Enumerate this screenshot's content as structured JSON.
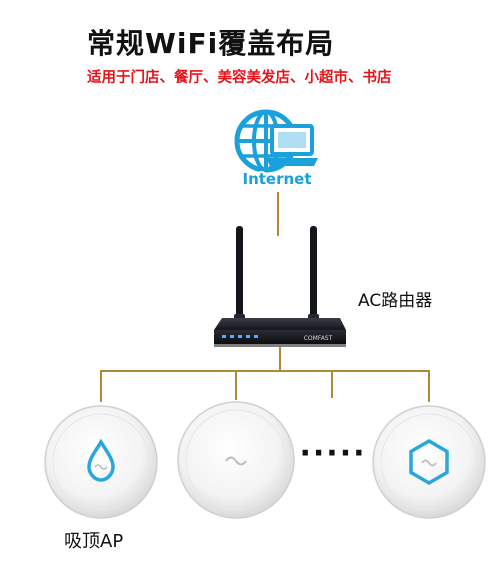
{
  "header": {
    "title": "常规WiFi覆盖布局",
    "subtitle": "适用于门店、餐厅、美容美发店、小超市、书店"
  },
  "internet": {
    "label": "Internet",
    "icon": "globe-with-laptop-icon"
  },
  "router": {
    "label": "AC路由器",
    "brand_mark": "COMFAST",
    "icon": "router-icon"
  },
  "access_points": {
    "label": "吸顶AP",
    "items": [
      {
        "icon": "ceiling-ap-drop-icon"
      },
      {
        "icon": "ceiling-ap-plain-icon"
      },
      {
        "icon": "ceiling-ap-hexagon-icon"
      }
    ],
    "ellipsis": "·····"
  },
  "colors": {
    "title": "#111111",
    "subtitle": "#e8141c",
    "connector": "#b0883a",
    "internet_blue": "#1aa0db",
    "router_body": "#1a1c22"
  }
}
